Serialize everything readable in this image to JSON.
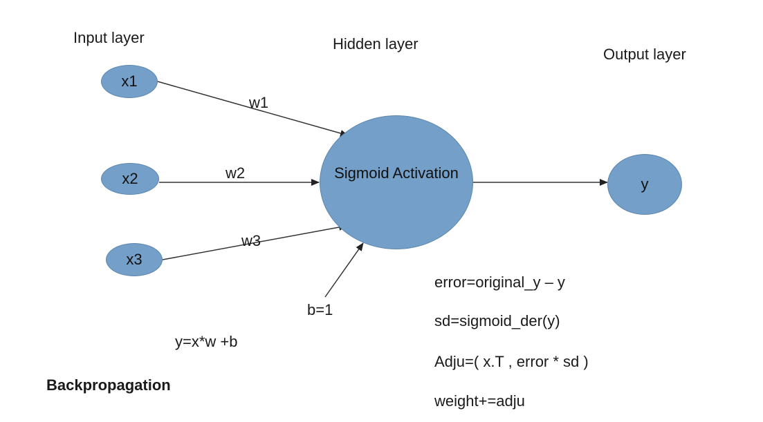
{
  "layers": {
    "input": "Input layer",
    "hidden": "Hidden layer",
    "output": "Output layer"
  },
  "nodes": {
    "x1": "x1",
    "x2": "x2",
    "x3": "x3",
    "hidden": "Sigmoid Activation",
    "output": "y"
  },
  "weights": {
    "w1": "w1",
    "w2": "w2",
    "w3": "w3",
    "bias": "b=1"
  },
  "formula": "y=x*w +b",
  "heading": "Backpropagation",
  "equations": [
    "error=original_y – y",
    "sd=sigmoid_der(y)",
    "Adju=( x.T , error * sd )",
    "weight+=adju"
  ],
  "colors": {
    "node_fill": "#739fc8",
    "node_stroke": "#5d86ad",
    "edge": "#333333"
  }
}
